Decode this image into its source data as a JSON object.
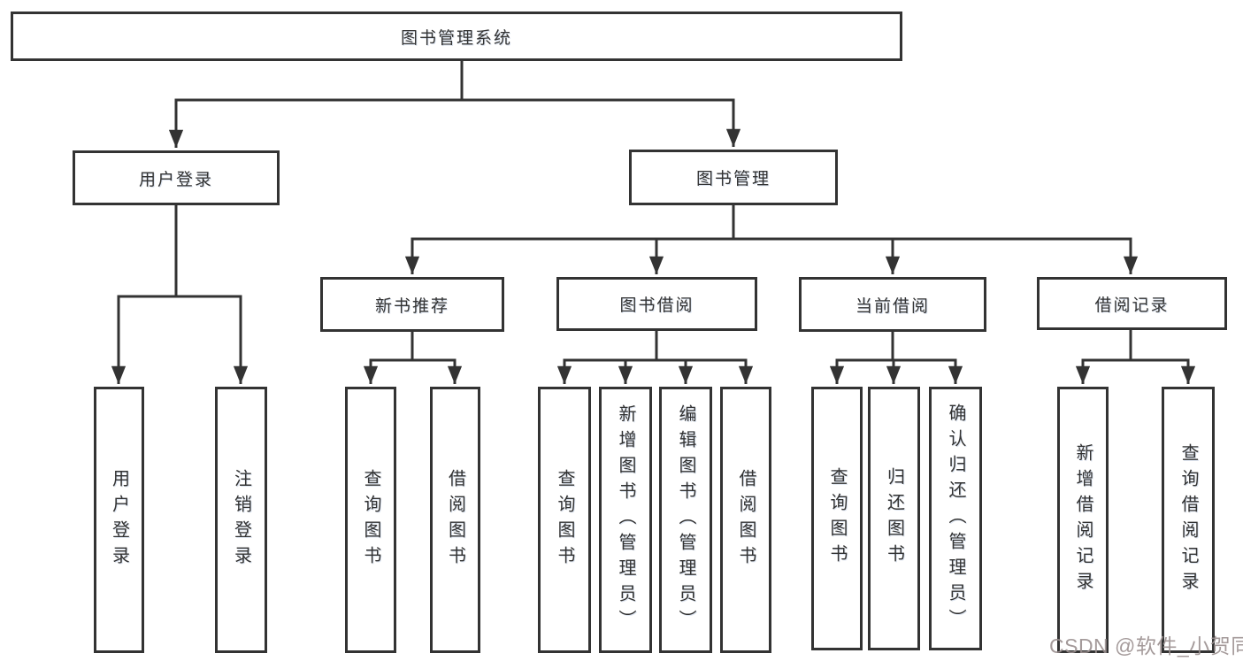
{
  "diagram": {
    "type": "tree",
    "root": {
      "label": "图书管理系统",
      "children": [
        {
          "label": "用户登录",
          "children": [
            {
              "label": "用户登录"
            },
            {
              "label": "注销登录"
            }
          ]
        },
        {
          "label": "图书管理",
          "children": [
            {
              "label": "新书推荐",
              "children": [
                {
                  "label": "查询图书"
                },
                {
                  "label": "借阅图书"
                }
              ]
            },
            {
              "label": "图书借阅",
              "children": [
                {
                  "label": "查询图书"
                },
                {
                  "label": "新增图书（管理员）"
                },
                {
                  "label": "编辑图书（管理员）"
                },
                {
                  "label": "借阅图书"
                }
              ]
            },
            {
              "label": "当前借阅",
              "children": [
                {
                  "label": "查询图书"
                },
                {
                  "label": "归还图书"
                },
                {
                  "label": "确认归还（管理员）"
                }
              ]
            },
            {
              "label": "借阅记录",
              "children": [
                {
                  "label": "新增借阅记录"
                },
                {
                  "label": "查询借阅记录"
                }
              ]
            }
          ]
        }
      ]
    }
  },
  "watermark": {
    "text": "CSDN @软件_小贺同学",
    "color": "#9b9090"
  },
  "colors": {
    "line": "#333333",
    "border": "#333333",
    "text": "#333333",
    "background": "#ffffff"
  }
}
